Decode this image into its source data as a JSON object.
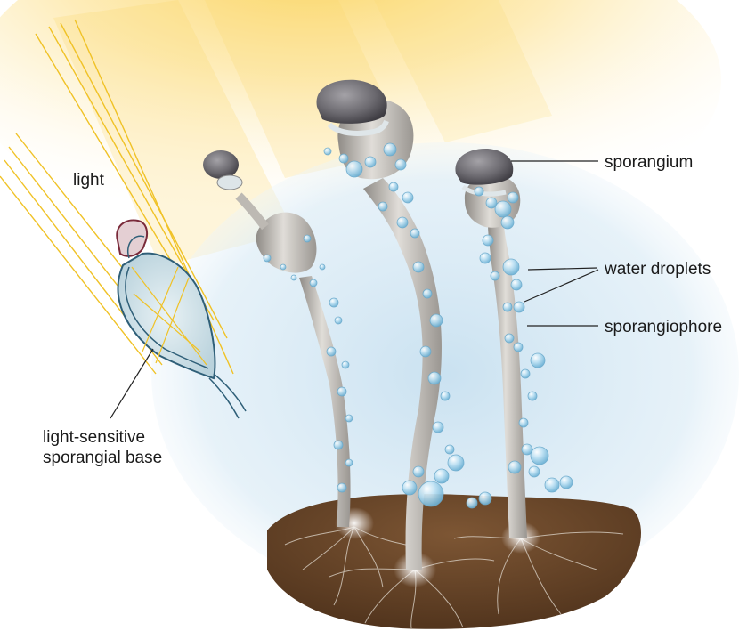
{
  "labels": {
    "light": "light",
    "base_line1": "light-sensitive",
    "base_line2": "sporangial base",
    "sporangium": "sporangium",
    "water_droplets": "water droplets",
    "sporangiophore": "sporangiophore"
  },
  "colors": {
    "light_glow": "#fbd663",
    "light_ray": "#f3c62a",
    "sky": "#cfe5f3",
    "soil": "#6e4a2c",
    "stalk": "#b7b3ad",
    "sporangium_cap": "#6d6b70",
    "droplet": "#a9d7ef",
    "base_outline": "#2f5f78",
    "base_fill": "#d9e8ee",
    "leader_line": "#222222"
  },
  "icons": {
    "droplet": "water-droplet-icon"
  }
}
